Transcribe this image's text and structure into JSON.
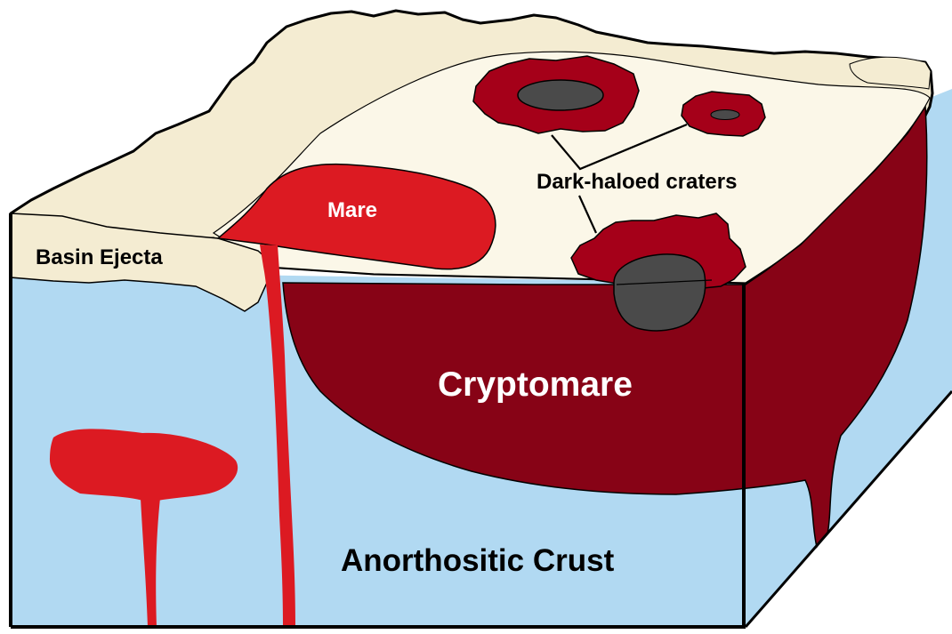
{
  "diagram": {
    "labels": {
      "dark_haloed_craters": "Dark-haloed craters",
      "mare": "Mare",
      "basin_ejecta": "Basin Ejecta",
      "cryptomare": "Cryptomare",
      "anorthositic_crust": "Anorthositic Crust"
    },
    "colors": {
      "crust": "#b1d9f2",
      "ejecta_top": "#f4ecd2",
      "ejecta_light": "#fbf7e8",
      "mare": "#dc1a22",
      "cryptomare": "#870316",
      "crater_interior": "#4a4a4a",
      "outline": "#000000"
    }
  }
}
